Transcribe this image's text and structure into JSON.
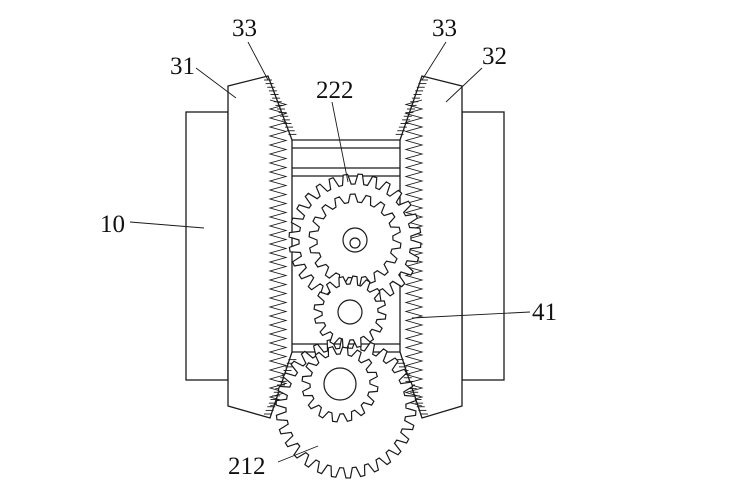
{
  "labels": {
    "l10": "10",
    "l31": "31",
    "l32": "32",
    "l33a": "33",
    "l33b": "33",
    "l222": "222",
    "l41": "41",
    "l212": "212"
  }
}
